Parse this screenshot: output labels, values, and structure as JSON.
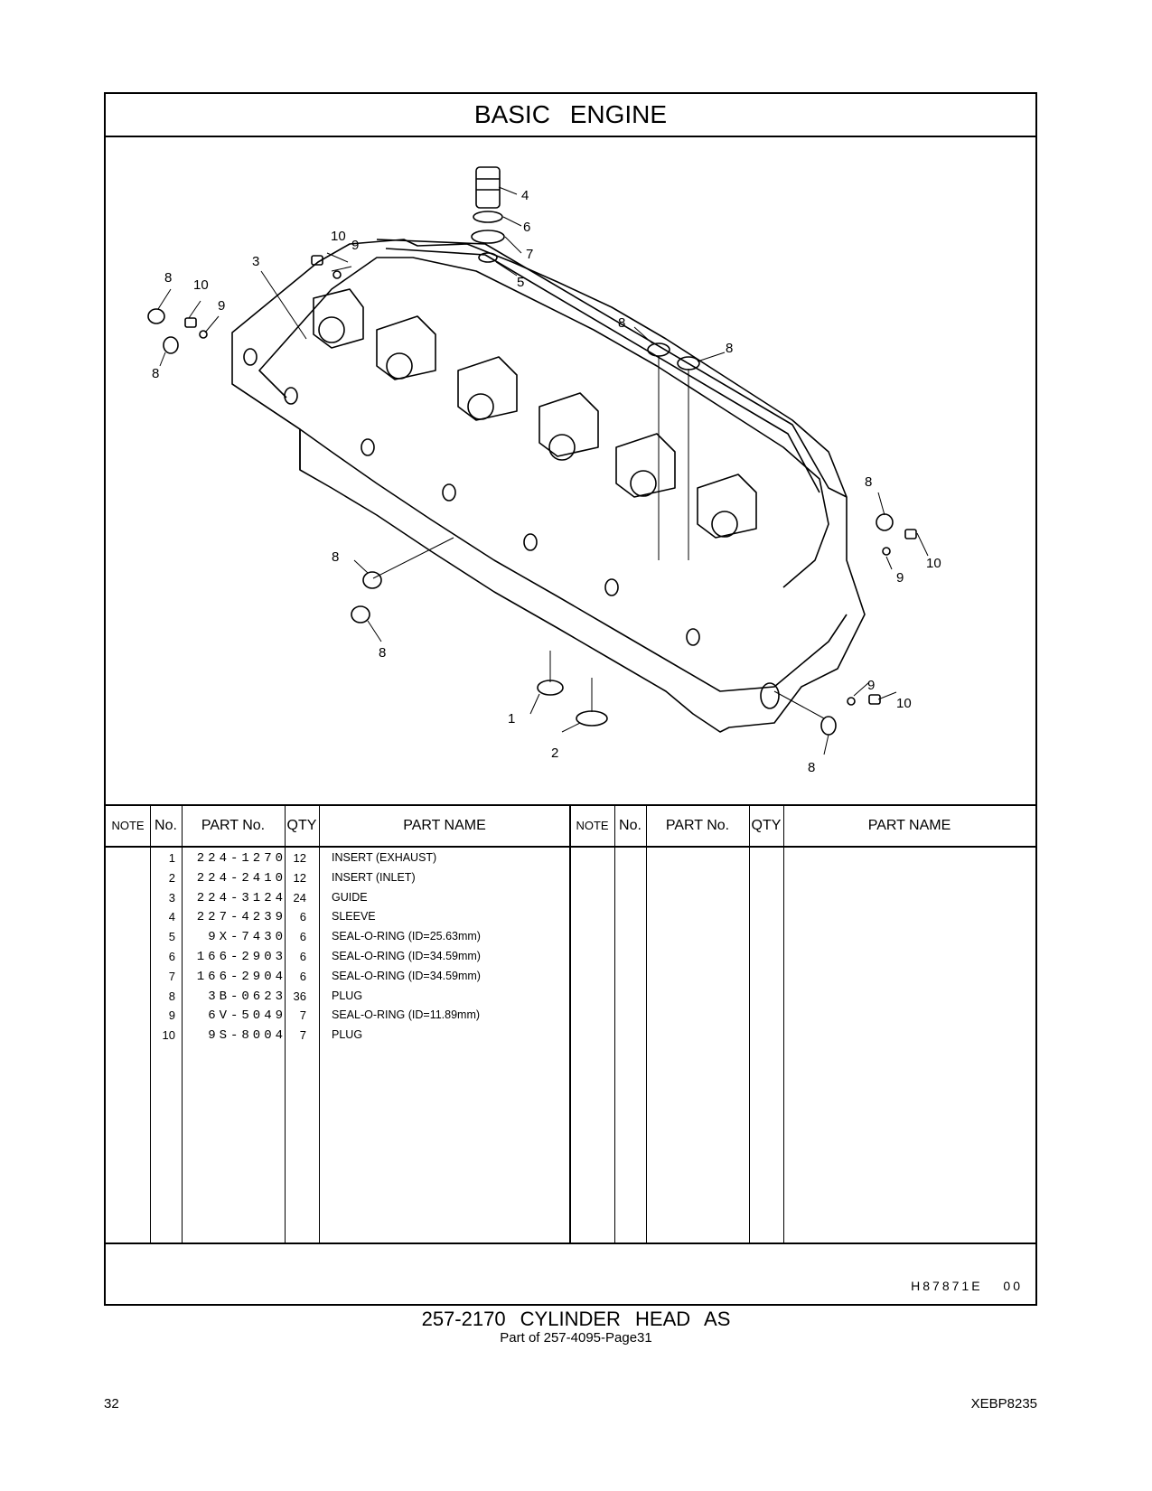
{
  "header": {
    "title": "BASIC  ENGINE"
  },
  "callouts": [
    {
      "label": "10",
      "id": "c10a"
    },
    {
      "label": "9",
      "id": "c9a"
    },
    {
      "label": "3",
      "id": "c3"
    },
    {
      "label": "4",
      "id": "c4"
    },
    {
      "label": "6",
      "id": "c6"
    },
    {
      "label": "7",
      "id": "c7"
    },
    {
      "label": "5",
      "id": "c5"
    },
    {
      "label": "8",
      "id": "c8a"
    },
    {
      "label": "10",
      "id": "c10b"
    },
    {
      "label": "9",
      "id": "c9b"
    },
    {
      "label": "8",
      "id": "c8b"
    },
    {
      "label": "8",
      "id": "c8c"
    },
    {
      "label": "8",
      "id": "c8d"
    },
    {
      "label": "8",
      "id": "c8e"
    },
    {
      "label": "10",
      "id": "c10c"
    },
    {
      "label": "9",
      "id": "c9c"
    },
    {
      "label": "8",
      "id": "c8f"
    },
    {
      "label": "8",
      "id": "c8g"
    },
    {
      "label": "1",
      "id": "c1"
    },
    {
      "label": "2",
      "id": "c2"
    },
    {
      "label": "9",
      "id": "c9d"
    },
    {
      "label": "10",
      "id": "c10d"
    },
    {
      "label": "8",
      "id": "c8h"
    }
  ],
  "table": {
    "headers": {
      "note": "NOTE",
      "no": "No.",
      "part_no": "PART No.",
      "qty": "QTY",
      "part_name": "PART NAME"
    },
    "rows": [
      {
        "no": "1",
        "part_no": "224-1270",
        "qty": "12",
        "name": "INSERT (EXHAUST)"
      },
      {
        "no": "2",
        "part_no": "224-2410",
        "qty": "12",
        "name": "INSERT (INLET)"
      },
      {
        "no": "3",
        "part_no": "224-3124",
        "qty": "24",
        "name": "GUIDE"
      },
      {
        "no": "4",
        "part_no": "227-4239",
        "qty": "6",
        "name": "SLEEVE"
      },
      {
        "no": "5",
        "part_no": "9X-7430",
        "qty": "6",
        "name": "SEAL-O-RING (ID=25.63mm)"
      },
      {
        "no": "6",
        "part_no": "166-2903",
        "qty": "6",
        "name": "SEAL-O-RING (ID=34.59mm)"
      },
      {
        "no": "7",
        "part_no": "166-2904",
        "qty": "6",
        "name": "SEAL-O-RING (ID=34.59mm)"
      },
      {
        "no": "8",
        "part_no": "3B-0623",
        "qty": "36",
        "name": "PLUG"
      },
      {
        "no": "9",
        "part_no": "6V-5049",
        "qty": "7",
        "name": "SEAL-O-RING (ID=11.89mm)"
      },
      {
        "no": "10",
        "part_no": "9S-8004",
        "qty": "7",
        "name": "PLUG"
      }
    ]
  },
  "drawing_number": "H87871E   00",
  "assembly": {
    "title": "257-2170  CYLINDER  HEAD  AS",
    "subtitle": "Part of 257-4095-Page31"
  },
  "footer": {
    "page": "32",
    "doc_id": "XEBP8235"
  }
}
